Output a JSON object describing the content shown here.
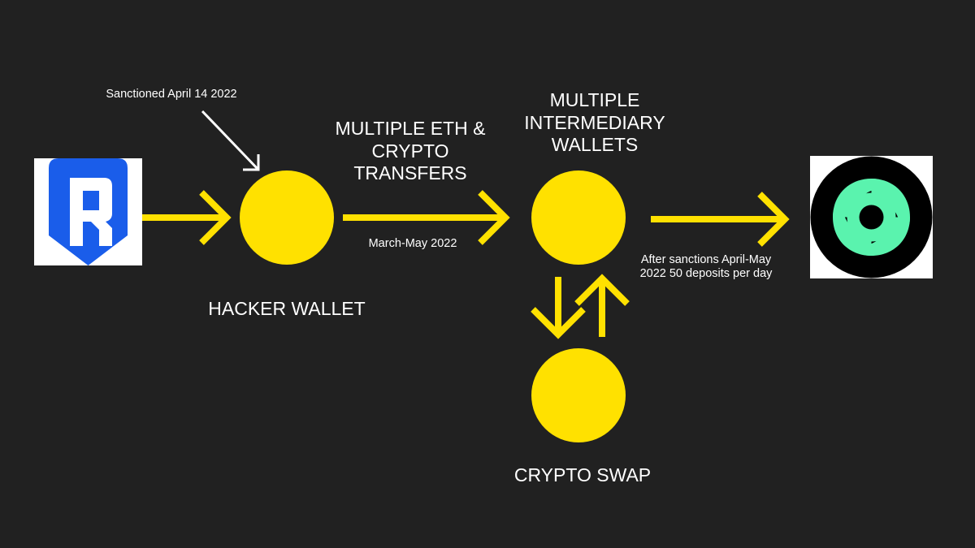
{
  "colors": {
    "background": "#212121",
    "node": "#ffe100",
    "arrow": "#ffe100",
    "annotation_arrow": "#ffffff",
    "text": "#ffffff",
    "ronin_blue": "#1a5dea",
    "tornado_green": "#5af3ae"
  },
  "logos": {
    "source": "ronin-logo",
    "destination": "tornado-cash-logo"
  },
  "labels": {
    "sanctioned": "Sanctioned April 14 2022",
    "transfers": "MULTIPLE ETH &\nCRYPTO\nTRANSFERS",
    "transfer_dates": "March-May 2022",
    "intermediary": "MULTIPLE\nINTERMEDIARY\nWALLETS",
    "after_sanctions": "After sanctions April-May\n2022 50 deposits per day",
    "hacker_wallet": "HACKER WALLET",
    "crypto_swap": "CRYPTO SWAP"
  }
}
